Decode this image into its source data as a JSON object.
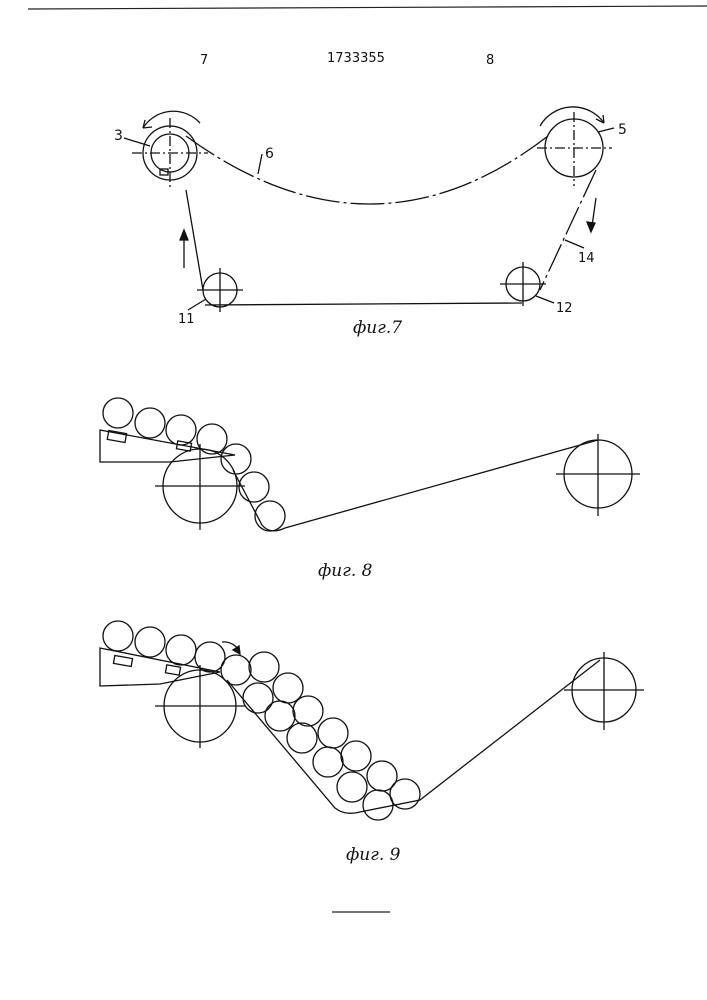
{
  "header": {
    "page_left": "7",
    "patent_number": "1733355",
    "page_right": "8"
  },
  "fig7": {
    "caption": "фиг.7",
    "labels": {
      "pulley_left": "3",
      "pulley_right": "5",
      "belt": "6",
      "roller_left": "11",
      "roller_right": "12",
      "belt_segment": "14"
    }
  },
  "fig8": {
    "caption": "фиг. 8"
  },
  "fig9": {
    "caption": "фиг. 9"
  }
}
